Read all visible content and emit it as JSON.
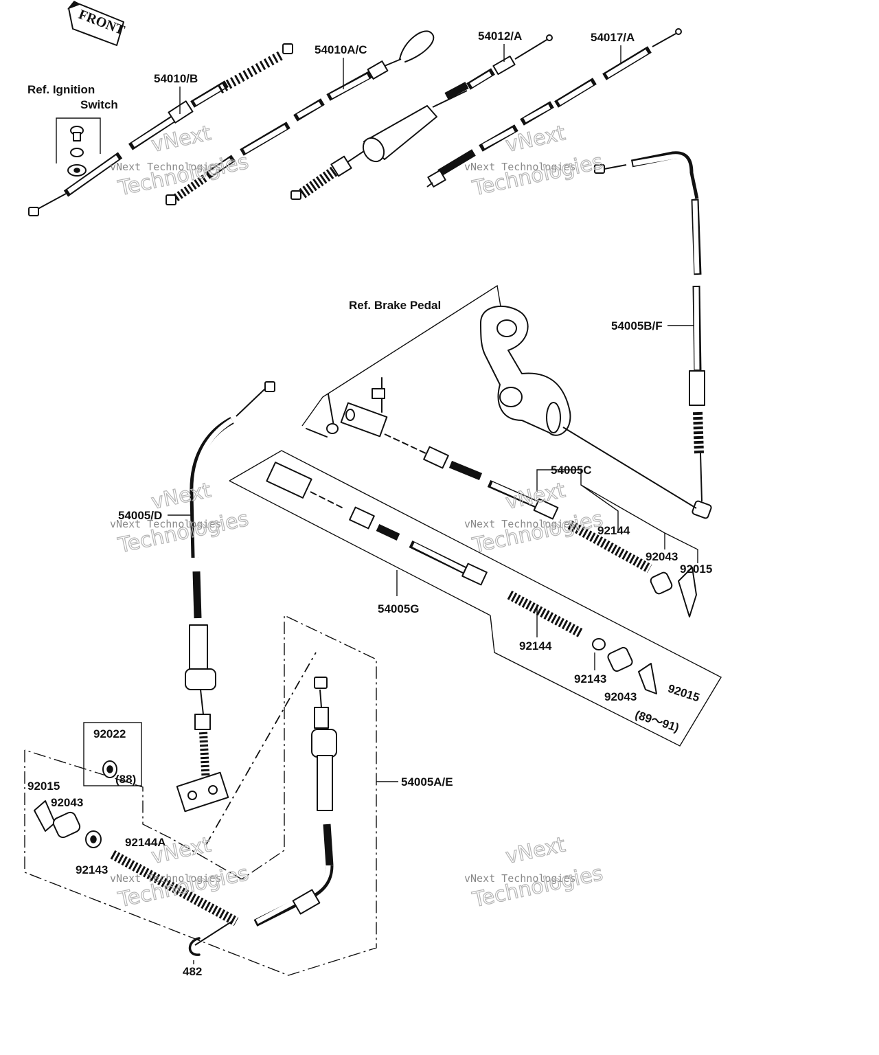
{
  "diagram": {
    "front_label": "FRONT",
    "labels": {
      "ref_ignition_line1": "Ref. Ignition",
      "ref_ignition_line2": "Switch",
      "p54010b": "54010/B",
      "p54010ac": "54010A/C",
      "p54012a": "54012/A",
      "p54017a": "54017/A",
      "ref_brake_pedal": "Ref. Brake Pedal",
      "p54005bf": "54005B/F",
      "p54005c": "54005C",
      "p54005d": "54005/D",
      "p92144_upper": "92144",
      "p92043_upper": "92043",
      "p92015_upper": "92015",
      "p54005g": "54005G",
      "p92144_mid": "92144",
      "p92143_mid": "92143",
      "p92043_mid": "92043",
      "p92015_mid": "92015",
      "years_range": "(89～91)",
      "p92022": "92022",
      "year_88": "(88)",
      "p92015_lower": "92015",
      "p92043_lower": "92043",
      "p92144a": "92144A",
      "p92143_lower": "92143",
      "p54005ae": "54005A/E",
      "p482": "482"
    },
    "watermarks": [
      {
        "line1": "vNext",
        "line2": "vNext Technologies",
        "line3": "Technologies"
      },
      {
        "line1": "vNext",
        "line2": "vNext Technologies",
        "line3": "Technologies"
      },
      {
        "line1": "vNext",
        "line2": "vNext Technologies",
        "line3": "Technologies"
      },
      {
        "line1": "vNext",
        "line2": "vNext Technologies",
        "line3": "Technologies"
      },
      {
        "line1": "vNext",
        "line2": "vNext Technologies",
        "line3": "Technologies"
      },
      {
        "line1": "vNext",
        "line2": "vNext Technologies",
        "line3": "Technologies"
      }
    ]
  }
}
